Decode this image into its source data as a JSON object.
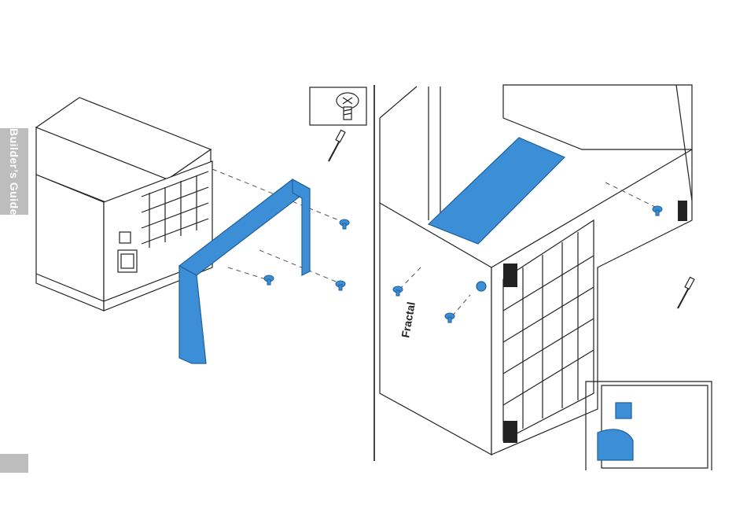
{
  "side_tab": {
    "label": "Builder’s Guide"
  },
  "diagram": {
    "left_panel": {
      "description_icons": [
        "screw-icon",
        "screwdriver-icon",
        "psu-unit",
        "psu-bracket"
      ]
    },
    "right_panel": {
      "case_brand": "Fractal"
    }
  },
  "colors": {
    "accent": "#3c8fd6",
    "tab_gray": "#bdbdbd"
  }
}
